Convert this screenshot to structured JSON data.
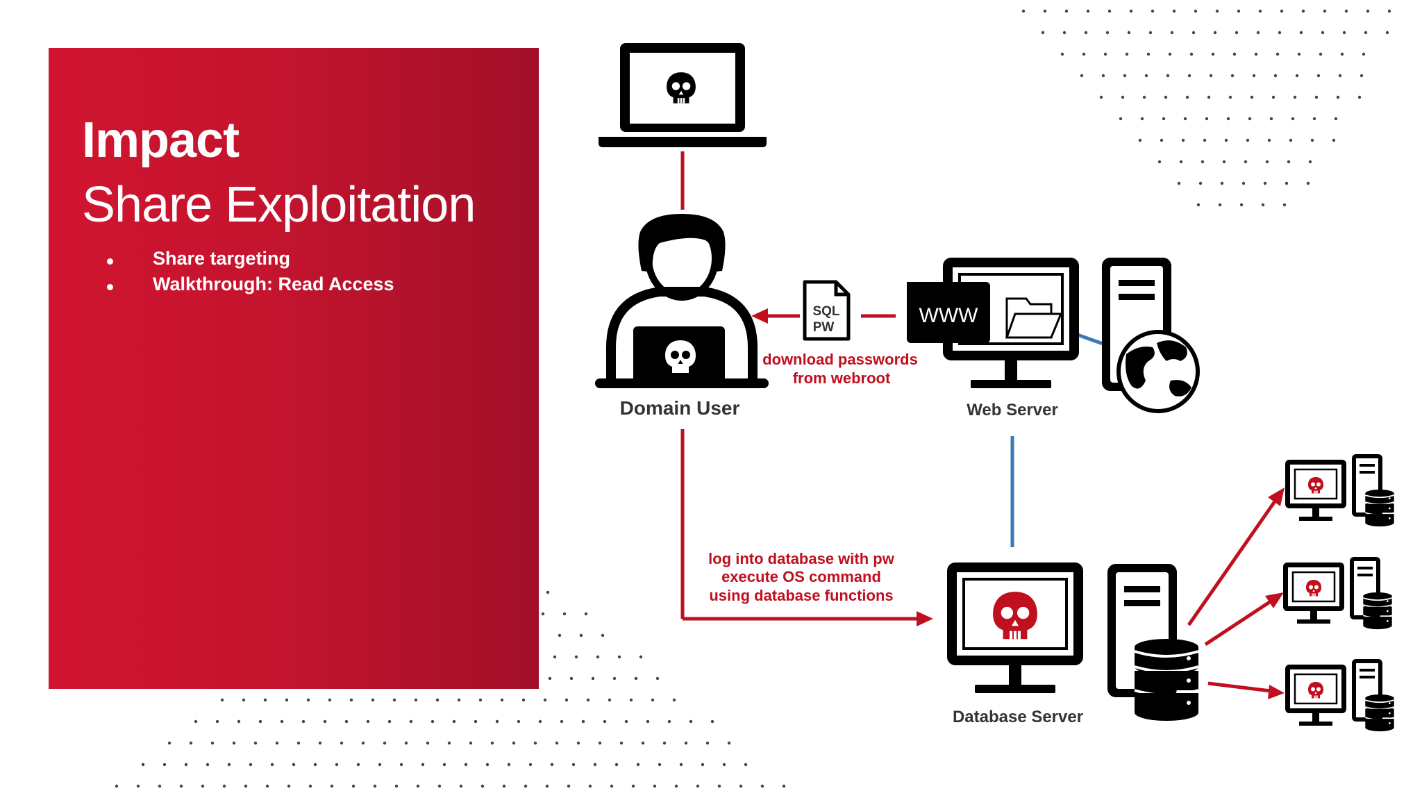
{
  "slide": {
    "title": "Impact",
    "subtitle": "Share Exploitation",
    "bullets": [
      "Share targeting",
      "Walkthrough: Read Access"
    ]
  },
  "diagram": {
    "domain_user_label": "Domain User",
    "web_server_label": "Web Server",
    "database_server_label": "Database Server",
    "file_icon_lines": [
      "SQL",
      "PW"
    ],
    "www_label": "WWW",
    "download_note": [
      "download passwords",
      "from webroot"
    ],
    "db_note": [
      "log into database with pw",
      "execute OS command",
      "using database functions"
    ]
  },
  "colors": {
    "accent_red": "#c8102e",
    "connector_red": "#c00f1e",
    "connector_blue": "#3a7ab8",
    "icon_black": "#000000"
  },
  "icons": [
    "laptop-skull-icon",
    "hacker-user-icon",
    "file-sql-pw-icon",
    "www-badge-icon",
    "folder-icon",
    "monitor-icon",
    "server-tower-icon",
    "globe-icon",
    "database-icon",
    "skull-icon"
  ]
}
